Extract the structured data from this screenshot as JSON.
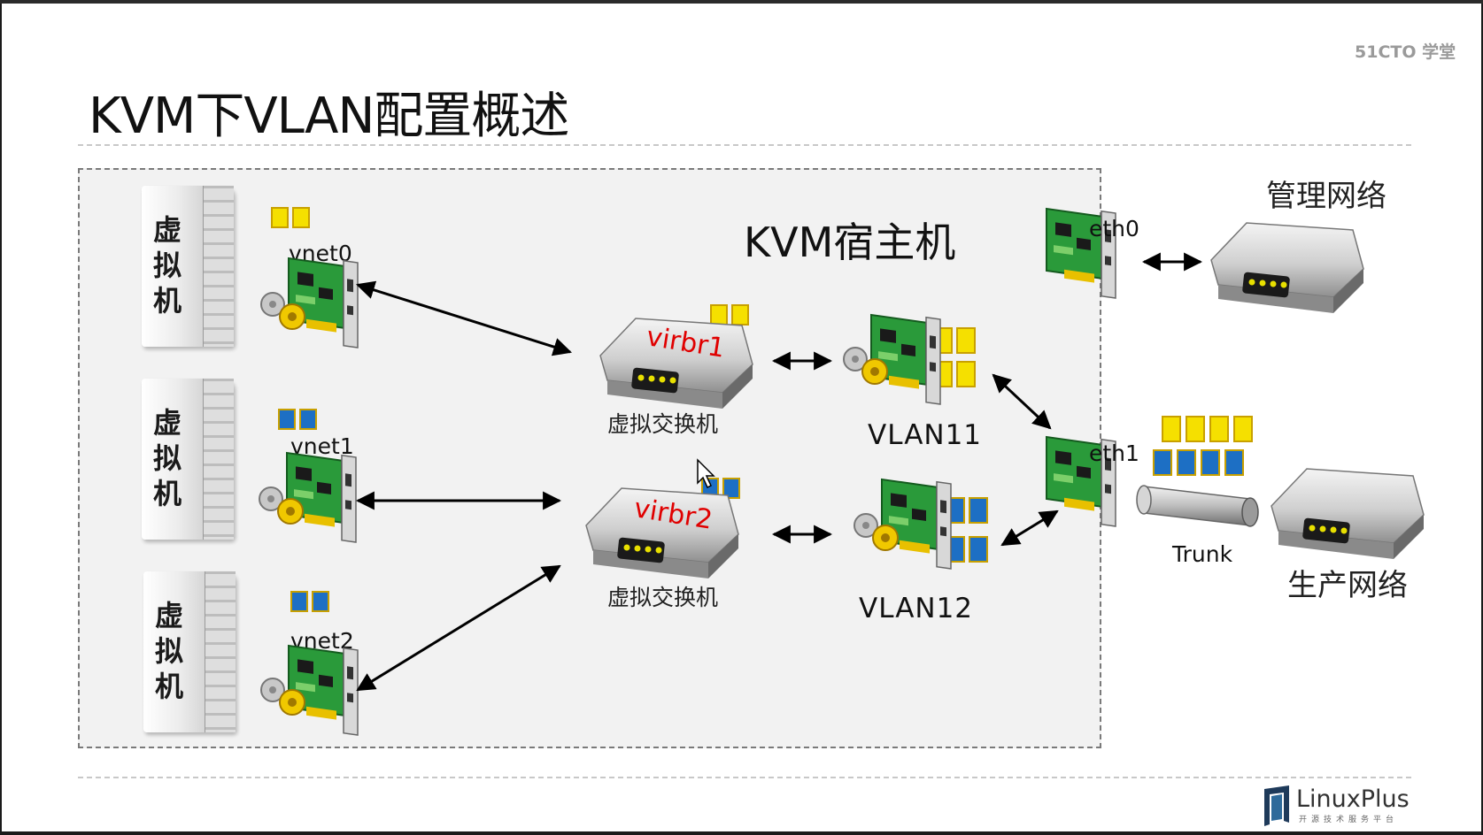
{
  "brand": "51CTO 学堂",
  "title": "KVM下VLAN配置概述",
  "host_label": "KVM宿主机",
  "vm_label": "虚\n拟\n机",
  "vnets": [
    "vnet0",
    "vnet1",
    "vnet2"
  ],
  "switches": [
    {
      "name": "virbr1",
      "caption": "虚拟交换机"
    },
    {
      "name": "virbr2",
      "caption": "虚拟交换机"
    }
  ],
  "vlans": [
    "VLAN11",
    "VLAN12"
  ],
  "nics": [
    "eth0",
    "eth1"
  ],
  "mgmt_network": "管理网络",
  "prod_network": "生产网络",
  "trunk": "Trunk",
  "logo": {
    "name": "LinuxPlus",
    "subtitle": "开源技术服务平台"
  },
  "colors": {
    "vlan11": "#f5e000",
    "vlan12": "#1d6fc4",
    "switch_label": "#e00000"
  }
}
